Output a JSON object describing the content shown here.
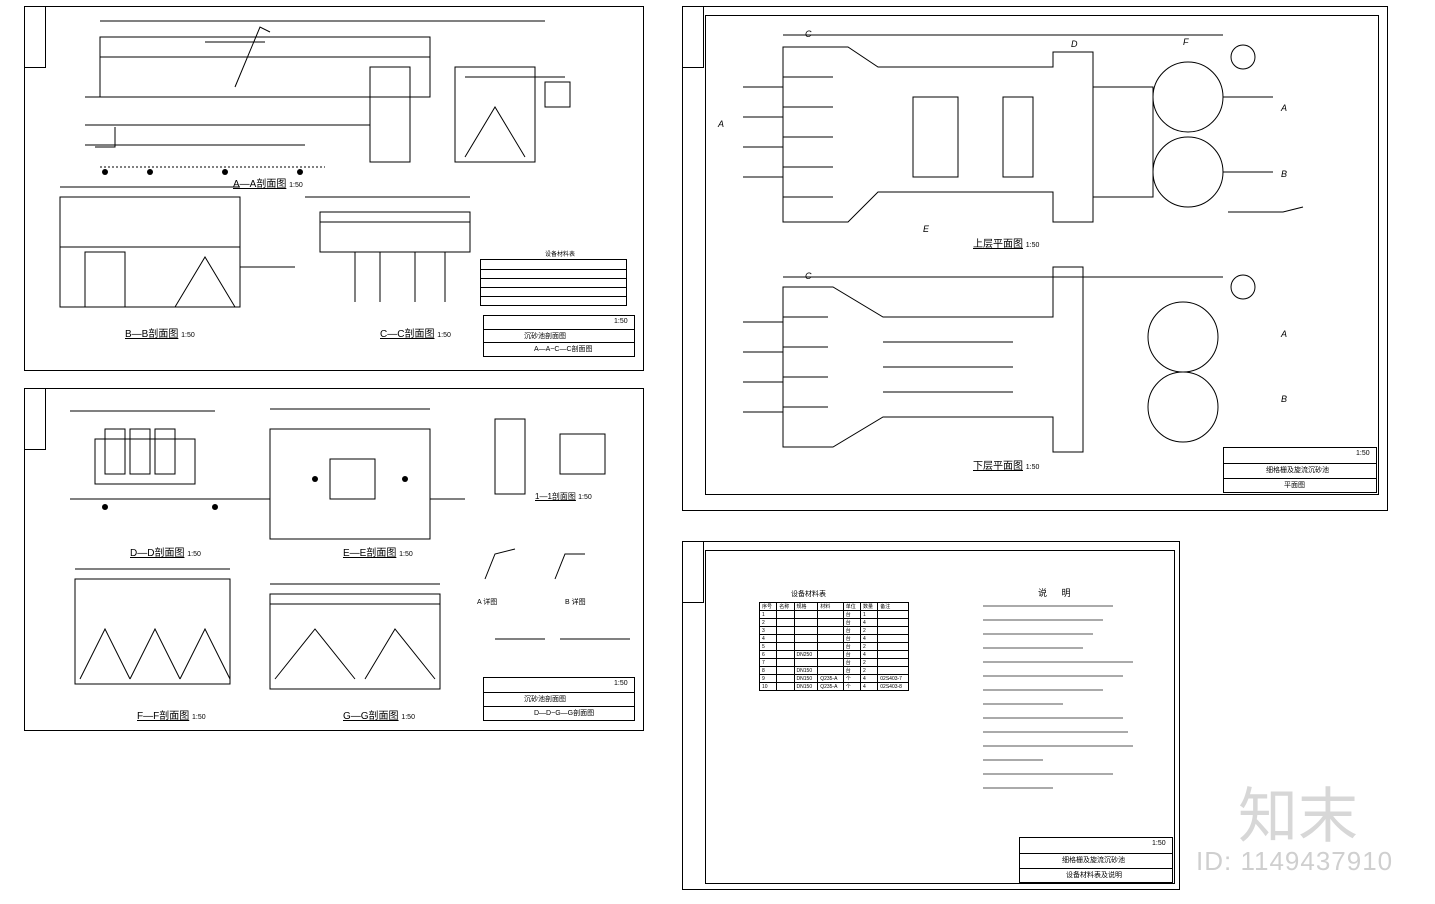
{
  "sheets": {
    "s1": {
      "views": {
        "aa": {
          "label": "A—A剖面图",
          "scale": "1:50"
        },
        "bb": {
          "label": "B—B剖面图",
          "scale": "1:50"
        },
        "cc": {
          "label": "C—C剖面图",
          "scale": "1:50"
        }
      },
      "table_title": "设备材料表",
      "title_block": {
        "name": "沉砂池剖面图",
        "drawing": "A—A~C—C剖面图",
        "scale": "1:50"
      }
    },
    "s2": {
      "views": {
        "dd": {
          "label": "D—D剖面图",
          "scale": "1:50"
        },
        "ee": {
          "label": "E—E剖面图",
          "scale": "1:50"
        },
        "ff": {
          "label": "F—F剖面图",
          "scale": "1:50"
        },
        "gg": {
          "label": "G—G剖面图",
          "scale": "1:50"
        },
        "one": {
          "label": "1—1剖面图",
          "scale": "1:50"
        }
      },
      "details": {
        "a": "A 详图",
        "b": "B 详图"
      },
      "title_block": {
        "name": "沉砂池剖面图",
        "drawing": "D—D~G—G剖面图",
        "scale": "1:50"
      }
    },
    "s3": {
      "views": {
        "upper": {
          "label": "上层平面图",
          "scale": "1:50"
        },
        "lower": {
          "label": "下层平面图",
          "scale": "1:50"
        }
      },
      "title_block": {
        "name": "细格栅及旋流沉砂池",
        "drawing": "平面图",
        "scale": "1:50"
      }
    },
    "s4": {
      "table_title": "设备材料表",
      "table_header": [
        "序号",
        "名称",
        "规格",
        "材料",
        "单位",
        "数量",
        "备注"
      ],
      "table_rows": [
        [
          "1",
          "",
          "",
          "",
          "台",
          "1",
          ""
        ],
        [
          "2",
          "",
          "",
          "",
          "台",
          "4",
          ""
        ],
        [
          "3",
          "",
          "",
          "",
          "台",
          "2",
          ""
        ],
        [
          "4",
          "",
          "",
          "",
          "台",
          "4",
          ""
        ],
        [
          "5",
          "",
          "",
          "",
          "台",
          "2",
          ""
        ],
        [
          "6",
          "",
          "DN250",
          "",
          "台",
          "4",
          ""
        ],
        [
          "7",
          "",
          "",
          "",
          "台",
          "2",
          ""
        ],
        [
          "8",
          "",
          "DN150",
          "",
          "台",
          "2",
          ""
        ],
        [
          "9",
          "",
          "DN150",
          "Q235-A",
          "个",
          "4",
          "02S403-7"
        ],
        [
          "10",
          "",
          "DN150",
          "Q235-A",
          "个",
          "4",
          "02S403-8"
        ]
      ],
      "notes_title": "说 明",
      "title_block": {
        "name": "细格栅及旋流沉砂池",
        "drawing": "设备材料表及说明",
        "scale": "1:50"
      }
    }
  },
  "axis_labels": [
    "A",
    "B",
    "C",
    "D",
    "E",
    "F"
  ],
  "watermark": {
    "brand": "知末",
    "id": "ID: 1149437910"
  },
  "colors": {
    "line": "#000000",
    "watermark": "#cfcfcf"
  }
}
